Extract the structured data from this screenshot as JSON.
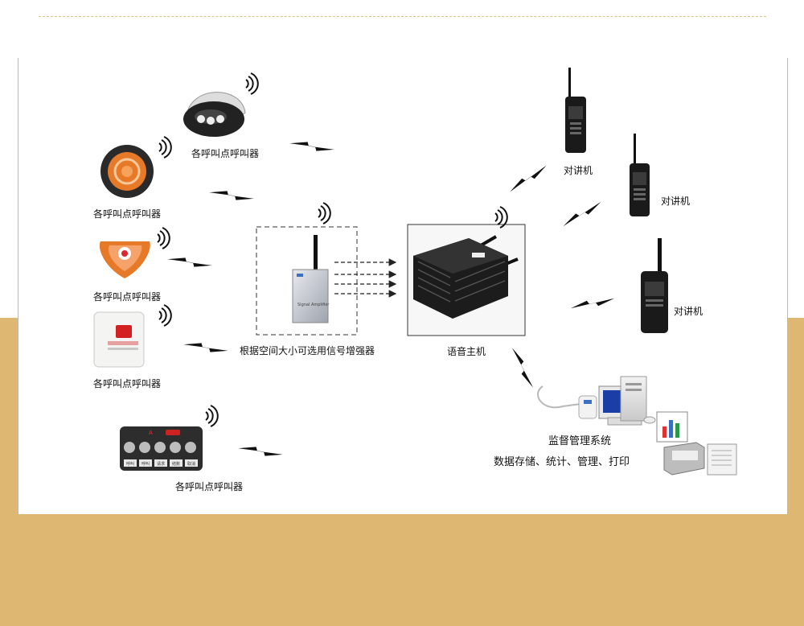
{
  "labels": {
    "caller": "各呼叫点呼叫器",
    "repeater": "根据空间大小可选用信号增强器",
    "host": "语音主机",
    "radio": "对讲机",
    "monitor_title": "监督管理系统",
    "monitor_sub": "数据存储、统计、管理、打印"
  },
  "device_text": {
    "repeater_label": "Signal Amplifier",
    "keypad_top": "A",
    "keypad_keys": [
      "呼叫",
      "呼叫",
      "请求",
      "结账",
      "取消"
    ]
  },
  "colors": {
    "band": "#deb772",
    "dash": "#d9c38a",
    "orange": "#e77a28",
    "host_body": "#1c1c1c"
  }
}
